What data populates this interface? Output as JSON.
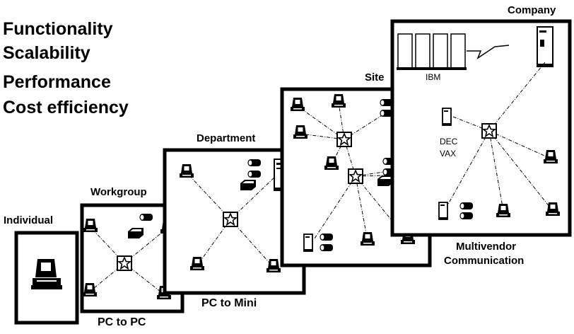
{
  "criteria": [
    "Functionality",
    "Scalability",
    "Performance",
    "Cost efficiency"
  ],
  "tiers": {
    "individual": {
      "label": "Individual"
    },
    "workgroup": {
      "label": "Workgroup",
      "caption": "PC to PC"
    },
    "department": {
      "label": "Department",
      "caption": "PC to Mini"
    },
    "site": {
      "label": "Site"
    },
    "company": {
      "label": "Company",
      "caption_line1": "Multivendor",
      "caption_line2": "Communication"
    }
  },
  "device_labels": {
    "ibm": "IBM",
    "dec": "DEC",
    "vax": "VAX"
  },
  "colors": {
    "ink": "#000000",
    "background": "#ffffff"
  }
}
